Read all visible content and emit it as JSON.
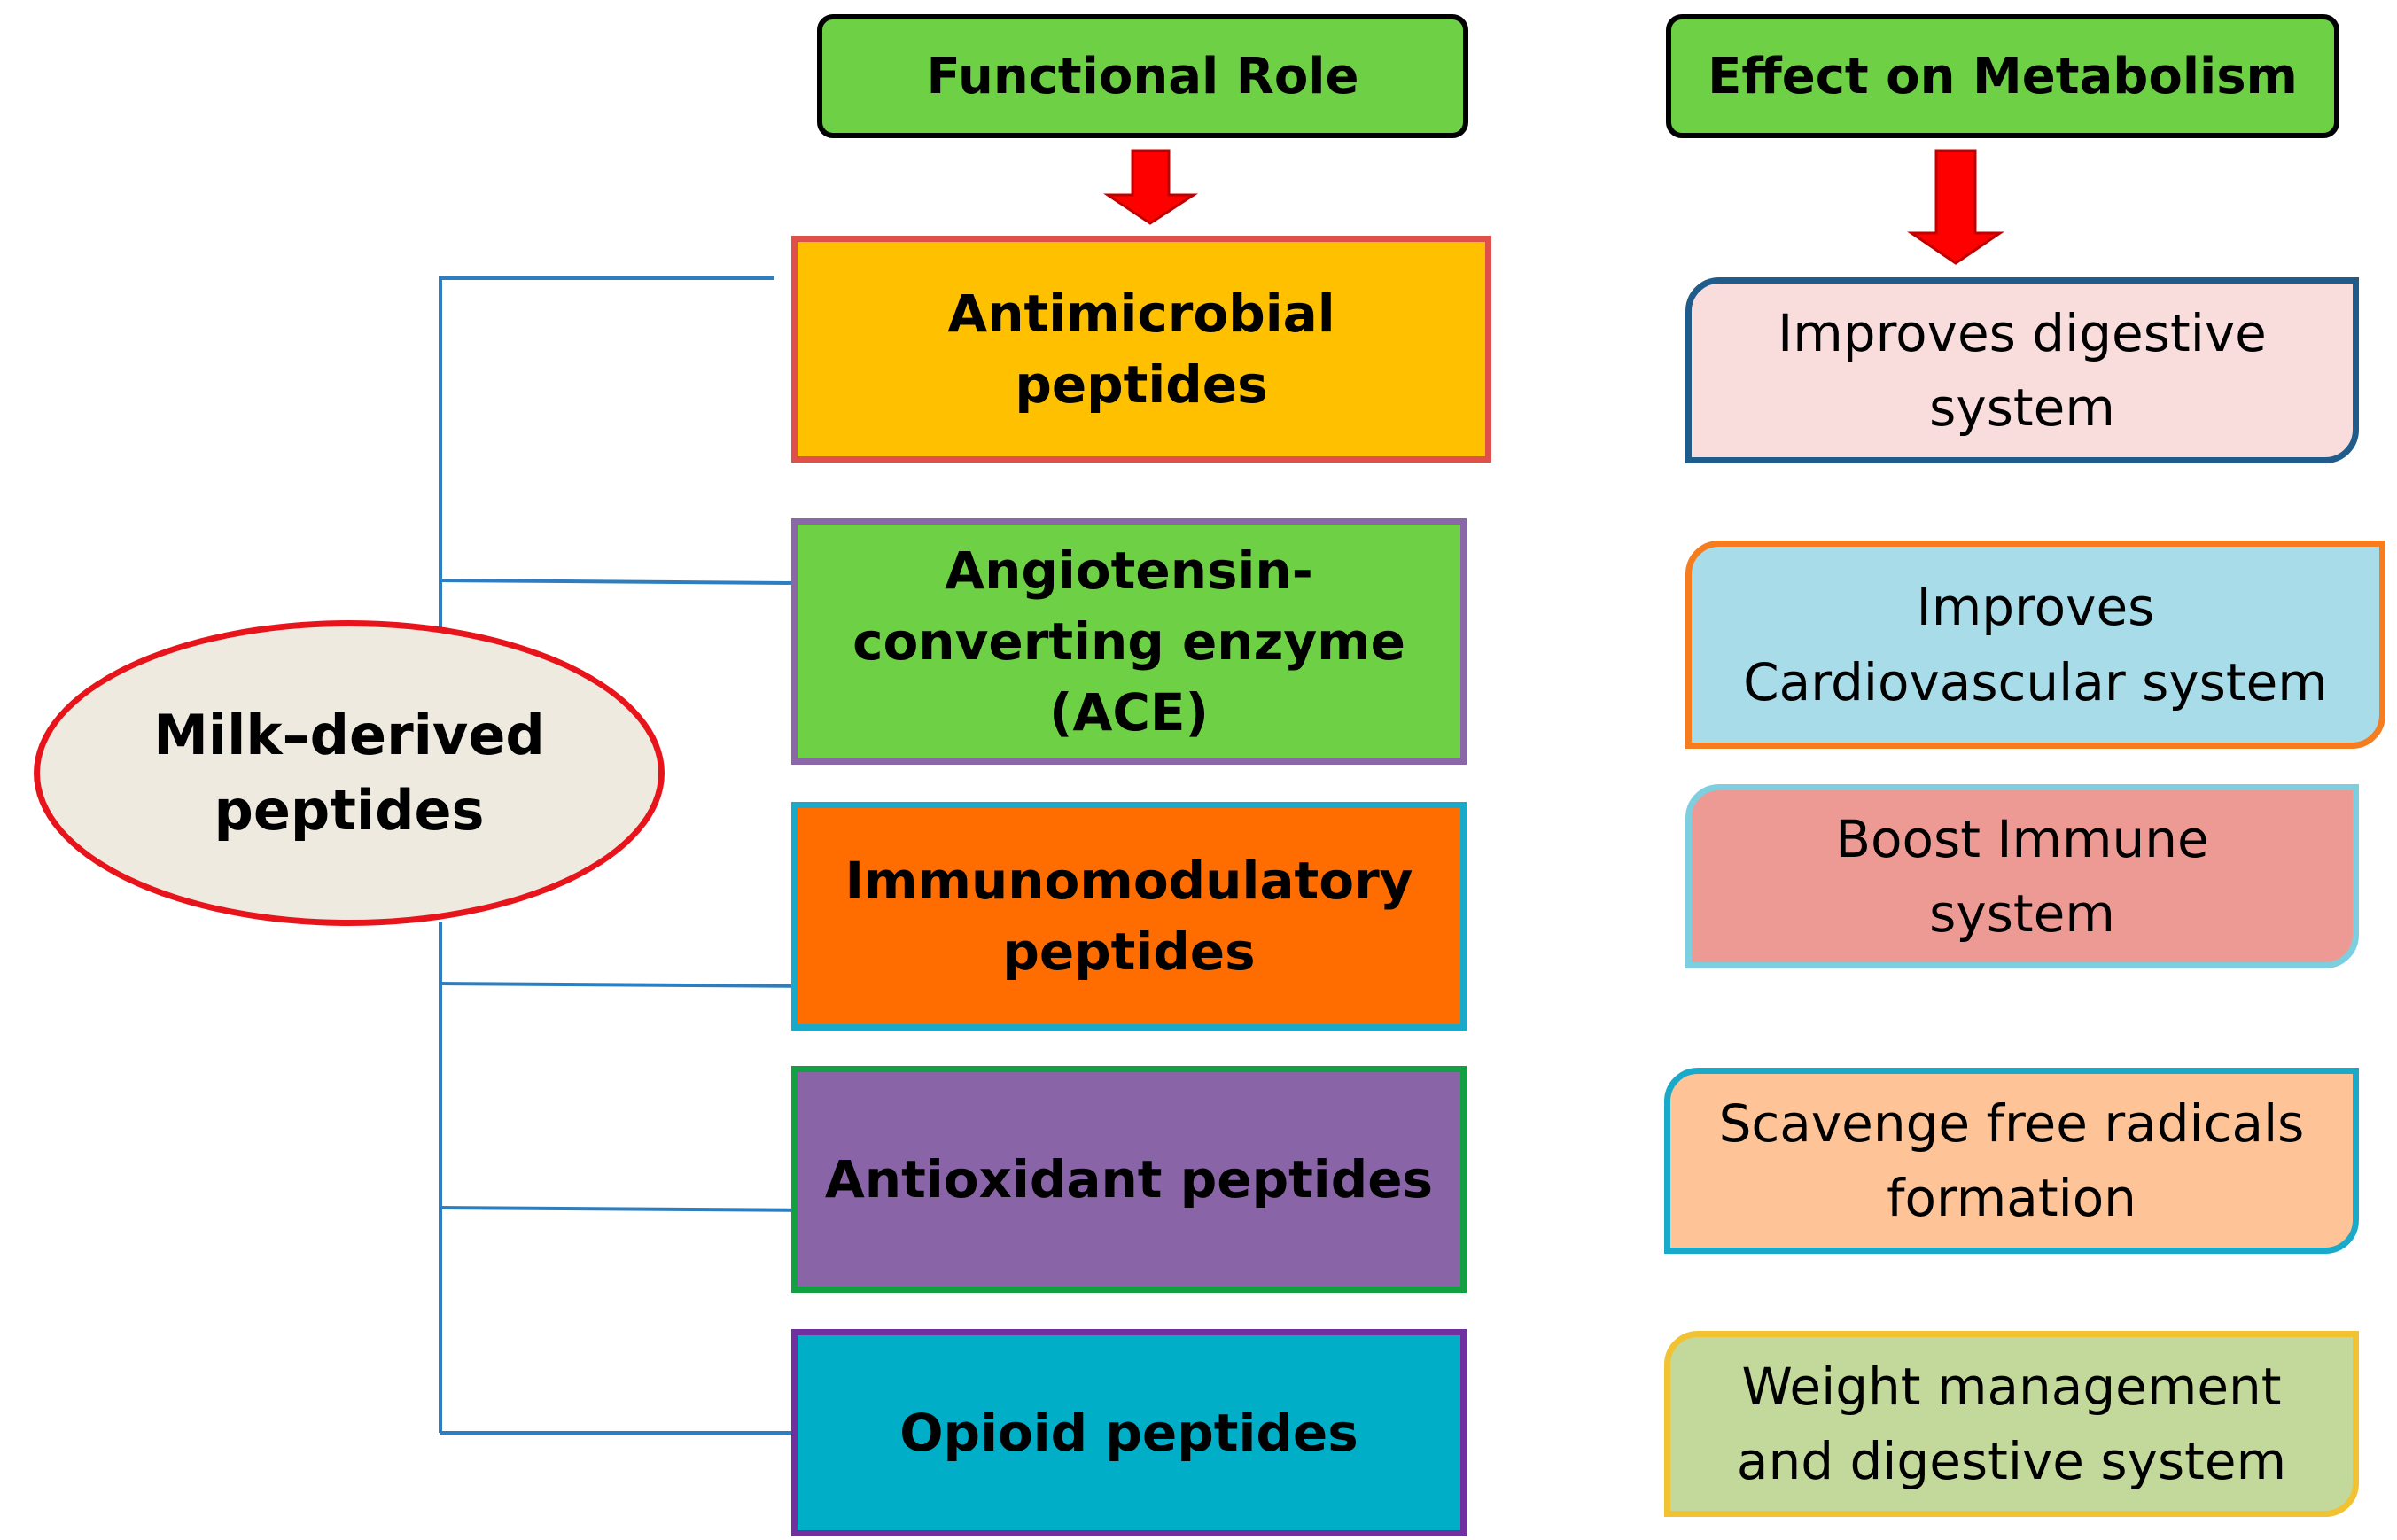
{
  "headers": {
    "functional_role": "Functional Role",
    "effect_on_metabolism": "Effect on Metabolism"
  },
  "root": "Milk–derived peptides",
  "roles": [
    {
      "label": "Antimicrobial peptides",
      "fill": "#ffc000",
      "border": "#e0504a"
    },
    {
      "label": "Angiotensin-converting enzyme (ACE)",
      "fill": "#6ed045",
      "border": "#8a68a8"
    },
    {
      "label": "Immunomodulatory peptides",
      "fill": "#ff6d00",
      "border": "#1aa9c9"
    },
    {
      "label": "Antioxidant peptides",
      "fill": "#8964a6",
      "border": "#12a043"
    },
    {
      "label": "Opioid peptides",
      "fill": "#00aec8",
      "border": "#7030a0"
    }
  ],
  "effects": [
    {
      "label": "Improves digestive system",
      "fill": "#f9dcdc",
      "border": "#1f5c8c"
    },
    {
      "label": "Improves Cardiovascular system",
      "fill": "#a8dce8",
      "border": "#f57c1f"
    },
    {
      "label": "Boost Immune system",
      "fill": "#ee9a94",
      "border": "#7dcfe0"
    },
    {
      "label": "Scavenge free radicals formation",
      "fill": "#fec497",
      "border": "#1aa9c9"
    },
    {
      "label": "Weight management and digestive system",
      "fill": "#c3d89b",
      "border": "#f1c232"
    }
  ],
  "colors": {
    "connector": "#2e7ebf",
    "arrow": "#ff0000"
  }
}
